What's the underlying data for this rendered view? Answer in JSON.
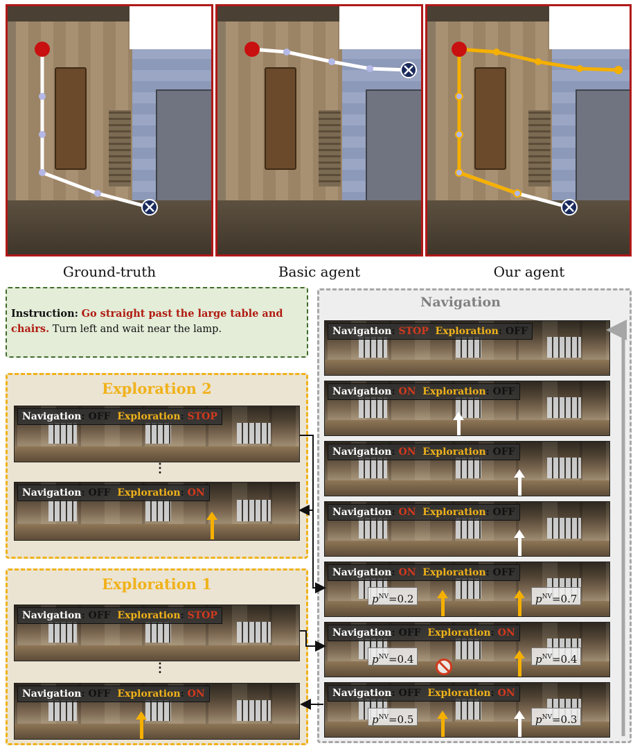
{
  "maps": [
    {
      "label": "Ground-truth"
    },
    {
      "label": "Basic agent"
    },
    {
      "label": "Our agent"
    }
  ],
  "instruction": {
    "label": "Instruction:",
    "highlight": "Go straight past the large table and chairs.",
    "rest": " Turn left and wait near the lamp."
  },
  "panels": {
    "navigation_title": "Navigation",
    "exploration2_title": "Exploration 2",
    "exploration1_title": "Exploration 1"
  },
  "status_words": {
    "navigation": "Navigation",
    "exploration": "Exploration",
    "colon": ":"
  },
  "nav_strips": [
    {
      "nav": "STOP",
      "exp": "OFF"
    },
    {
      "nav": "ON",
      "exp": "OFF"
    },
    {
      "nav": "ON",
      "exp": "OFF"
    },
    {
      "nav": "ON",
      "exp": "OFF"
    },
    {
      "nav": "ON",
      "exp": "OFF",
      "p_left": "=0.2",
      "p_right": "=0.7"
    },
    {
      "nav": "OFF",
      "exp": "ON",
      "p_left": "=0.4",
      "p_right": "=0.4"
    },
    {
      "nav": "OFF",
      "exp": "ON",
      "p_left": "=0.5",
      "p_right": "=0.3"
    }
  ],
  "exp2_strips": [
    {
      "nav": "OFF",
      "exp": "STOP"
    },
    {
      "nav": "OFF",
      "exp": "ON"
    }
  ],
  "exp1_strips": [
    {
      "nav": "OFF",
      "exp": "STOP"
    },
    {
      "nav": "OFF",
      "exp": "ON"
    }
  ],
  "p_symbol": "p",
  "p_superscript": "NV",
  "ellipsis": "⋮",
  "colors": {
    "map_border": "#b01818",
    "path_white": "#ffffff",
    "path_orange": "#f5b000",
    "waypoint": "#b4b8e6",
    "start": "#c81010",
    "goal": "#1a2a5c",
    "exploration": "#f0b21a",
    "stop_red": "#d23a1e",
    "navigation_gray": "#808080"
  }
}
